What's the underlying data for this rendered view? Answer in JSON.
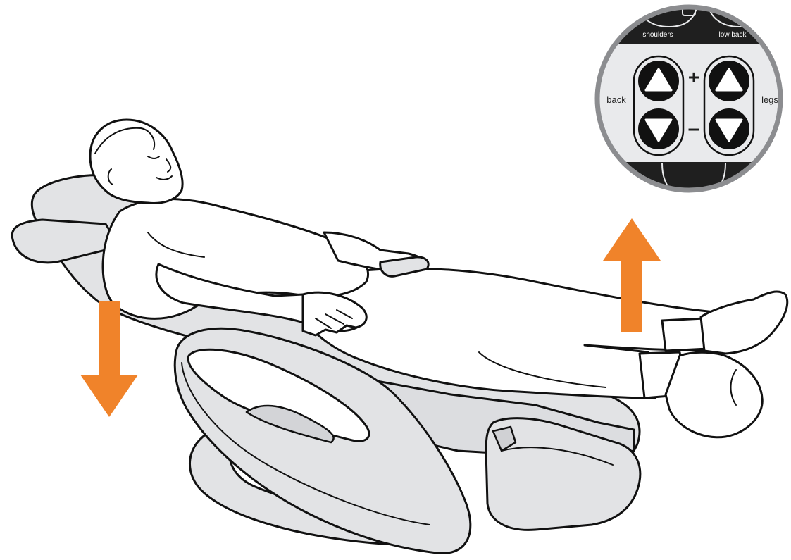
{
  "remote_inset": {
    "top_labels": [
      "shoulders",
      "low back"
    ],
    "left_label": "back",
    "right_label": "legs",
    "plus_symbol": "+",
    "minus_symbol": "–",
    "buttons": [
      {
        "icon": "triangle-up-icon",
        "group": "back"
      },
      {
        "icon": "triangle-down-icon",
        "group": "back"
      },
      {
        "icon": "triangle-up-icon",
        "group": "legs"
      },
      {
        "icon": "triangle-down-icon",
        "group": "legs"
      }
    ]
  },
  "arrows": [
    {
      "name": "down-arrow",
      "meaning": "backrest reclines",
      "color": "#f0832a"
    },
    {
      "name": "up-arrow",
      "meaning": "leg rest raises",
      "color": "#f0832a"
    }
  ],
  "colors": {
    "accent": "#f0832a",
    "chair_fill": "#e2e3e5",
    "outline": "#111111",
    "remote_body": "#1f1f1f",
    "button_pad": "#e9eaec"
  }
}
